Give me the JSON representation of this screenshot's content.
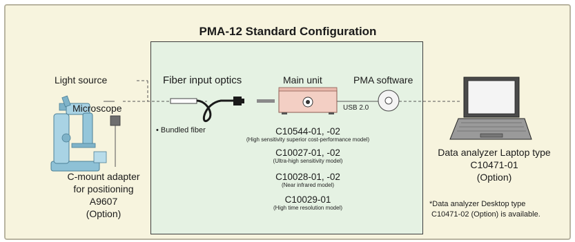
{
  "title": "PMA-12 Standard Configuration",
  "left": {
    "light_source": "Light source",
    "microscope": "Microscope",
    "adapter": [
      "C-mount adapter",
      "for positioning",
      "A9607",
      "(Option)"
    ]
  },
  "center": {
    "fiber_optics": "Fiber input optics",
    "bundled_fiber": "• Bundled fiber",
    "main_unit": "Main unit",
    "software": "PMA software",
    "usb": "USB 2.0",
    "models": [
      {
        "code": "C10544-01, -02",
        "desc": "(High sensitivity superior cost-performance model)"
      },
      {
        "code": "C10027-01, -02",
        "desc": "(Ultra-high sensitivity model)"
      },
      {
        "code": "C10028-01, -02",
        "desc": "(Near infrared model)"
      },
      {
        "code": "C10029-01",
        "desc": "(High time resolution model)"
      }
    ]
  },
  "right": {
    "analyzer": [
      "Data analyzer Laptop type",
      "C10471-01",
      "(Option)"
    ],
    "desktop_note": [
      "*Data analyzer Desktop type",
      "C10471-02 (Option) is available."
    ]
  },
  "colors": {
    "frame_bg": "#f7f4de",
    "panel_bg": "#e5f2e3",
    "main_unit": "#f3cfc4"
  }
}
